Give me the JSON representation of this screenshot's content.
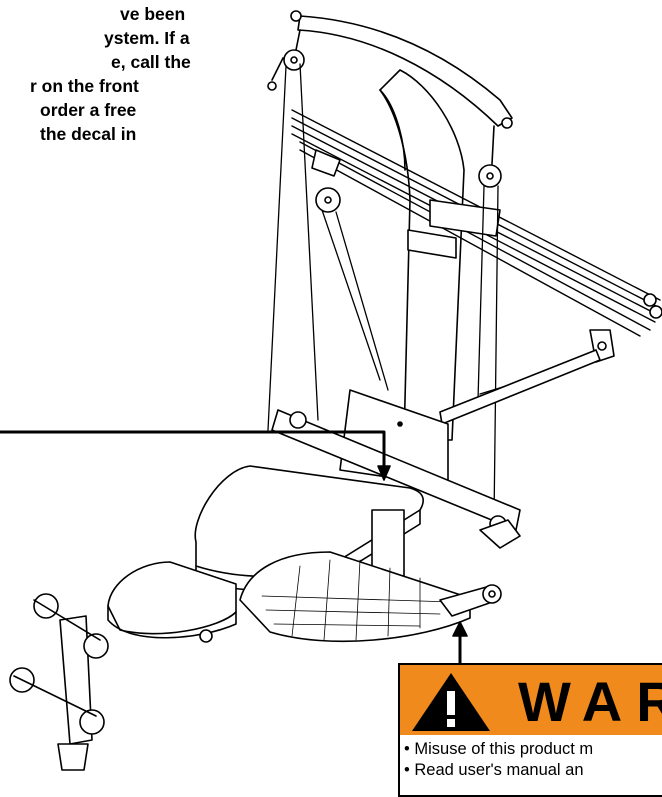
{
  "intro_lines": [
    "ve been",
    "ystem. If a",
    "e, call the",
    "r on the front",
    "order a free",
    "the decal in"
  ],
  "warning": {
    "heading": "WAR",
    "bullet_lines": [
      "• Misuse of this product m",
      "• Read user's manual an"
    ]
  },
  "colors": {
    "warning_orange": "#f08a1c"
  }
}
